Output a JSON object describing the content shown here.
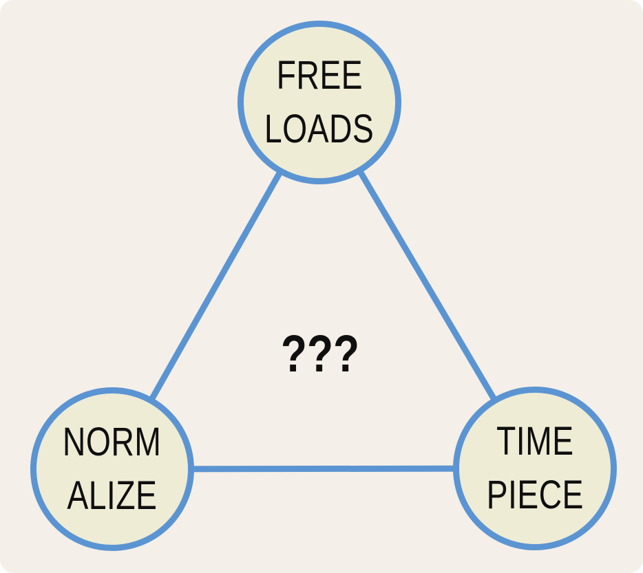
{
  "diagram": {
    "title": "",
    "nodes": {
      "top": {
        "line1": "FREE",
        "line2": "LOADS"
      },
      "bottom_left": {
        "line1": "NORM",
        "line2": "ALIZE"
      },
      "bottom_right": {
        "line1": "TIME",
        "line2": "PIECE"
      }
    },
    "center_label": "???",
    "edges": [
      "top-to-bottom-left",
      "top-to-bottom-right",
      "bottom-left-to-bottom-right"
    ],
    "colors": {
      "background": "#f4efe8",
      "node_fill": "#eeecd5",
      "stroke": "#5b94d2",
      "text": "#0f0f0f"
    }
  }
}
